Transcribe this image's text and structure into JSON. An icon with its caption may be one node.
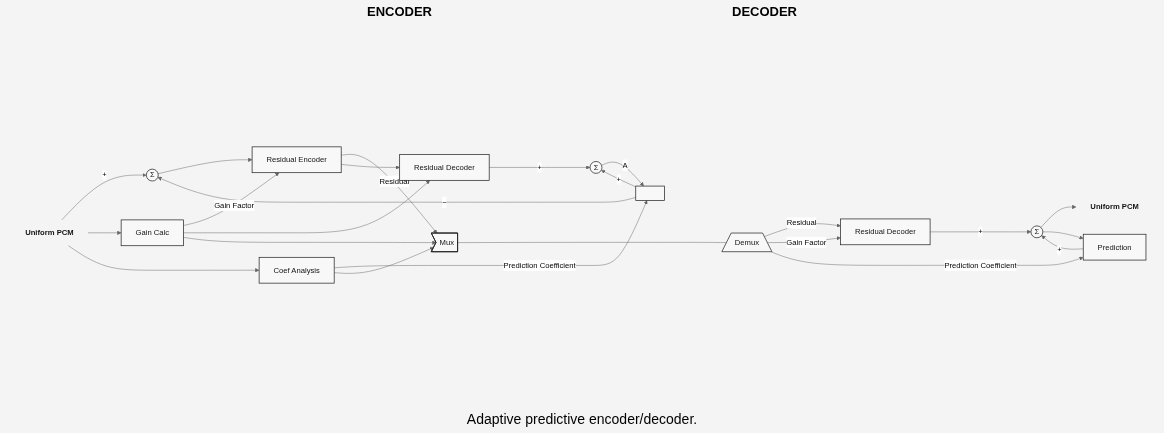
{
  "diagram": {
    "caption": "Adaptive predictive encoder/decoder.",
    "nodes": [
      {
        "text": [
          "Uniform PCM"
        ]
      },
      {
        "text": [
          "Σ"
        ]
      },
      {
        "text": [
          "Residual Encoder"
        ]
      },
      {
        "text": [
          "Gain Calc"
        ]
      },
      {
        "text": [
          "Residual Decoder"
        ]
      },
      {
        "text": [
          "Σ"
        ]
      },
      {
        "text": [],
        "shape": "box"
      },
      {
        "text": [
          "Coef Analysis"
        ]
      },
      {
        "text": [
          "Mux"
        ]
      },
      {
        "text": [
          "Demux"
        ]
      },
      {
        "text": [
          "Residual Decoder"
        ]
      },
      {
        "text": [
          "Σ"
        ]
      },
      {
        "text": [
          "Prediction"
        ]
      },
      {
        "text": [
          "Uniform PCM"
        ]
      }
    ],
    "edges": [
      {
        "from": 0,
        "to": 1,
        "arrow": "to",
        "label": "+"
      },
      {
        "from": 0,
        "to": 3,
        "arrow": "to"
      },
      {
        "from": 0,
        "to": 7,
        "arrow": "to"
      },
      {
        "from": 1,
        "to": 2,
        "arrow": "to"
      },
      {
        "from": 2,
        "to": 8,
        "arrow": "to",
        "label": "Residual"
      },
      {
        "from": 2,
        "to": 4,
        "arrow": "to"
      },
      {
        "from": 3,
        "to": 2,
        "arrow": "to",
        "label": "Gain Factor"
      },
      {
        "from": 3,
        "to": 4,
        "arrow": "to"
      },
      {
        "from": 3,
        "to": 8,
        "arrow": "to"
      },
      {
        "from": 4,
        "to": 5,
        "arrow": "to",
        "label": "+"
      },
      {
        "from": 6,
        "to": 1,
        "arrow": "to",
        "label": "−"
      },
      {
        "from": 6,
        "to": 5,
        "arrow": "to",
        "label": "+"
      },
      {
        "from": 5,
        "to": 6,
        "arrow": "to",
        "label": "A"
      },
      {
        "from": 7,
        "to": 6,
        "arrow": "to",
        "label": "Prediction Coefficient"
      },
      {
        "from": 7,
        "to": 8,
        "arrow": "to"
      },
      {
        "from": 8,
        "to": 9,
        "arrow": "none"
      },
      {
        "from": 9,
        "to": 10,
        "arrow": "to",
        "label": "Residual"
      },
      {
        "from": 9,
        "to": 10,
        "arrow": "to",
        "label": "Gain Factor"
      },
      {
        "from": 9,
        "to": 12,
        "arrow": "to",
        "label": "Prediction Coefficient"
      },
      {
        "from": 10,
        "to": 11,
        "arrow": "to",
        "label": "+"
      },
      {
        "from": 12,
        "to": 11,
        "arrow": "to",
        "label": "+"
      },
      {
        "from": 11,
        "to": 13,
        "arrow": "to"
      },
      {
        "from": 11,
        "to": 12,
        "arrow": "to"
      }
    ],
    "labels": [
      "ENCODER",
      "DECODER"
    ]
  }
}
